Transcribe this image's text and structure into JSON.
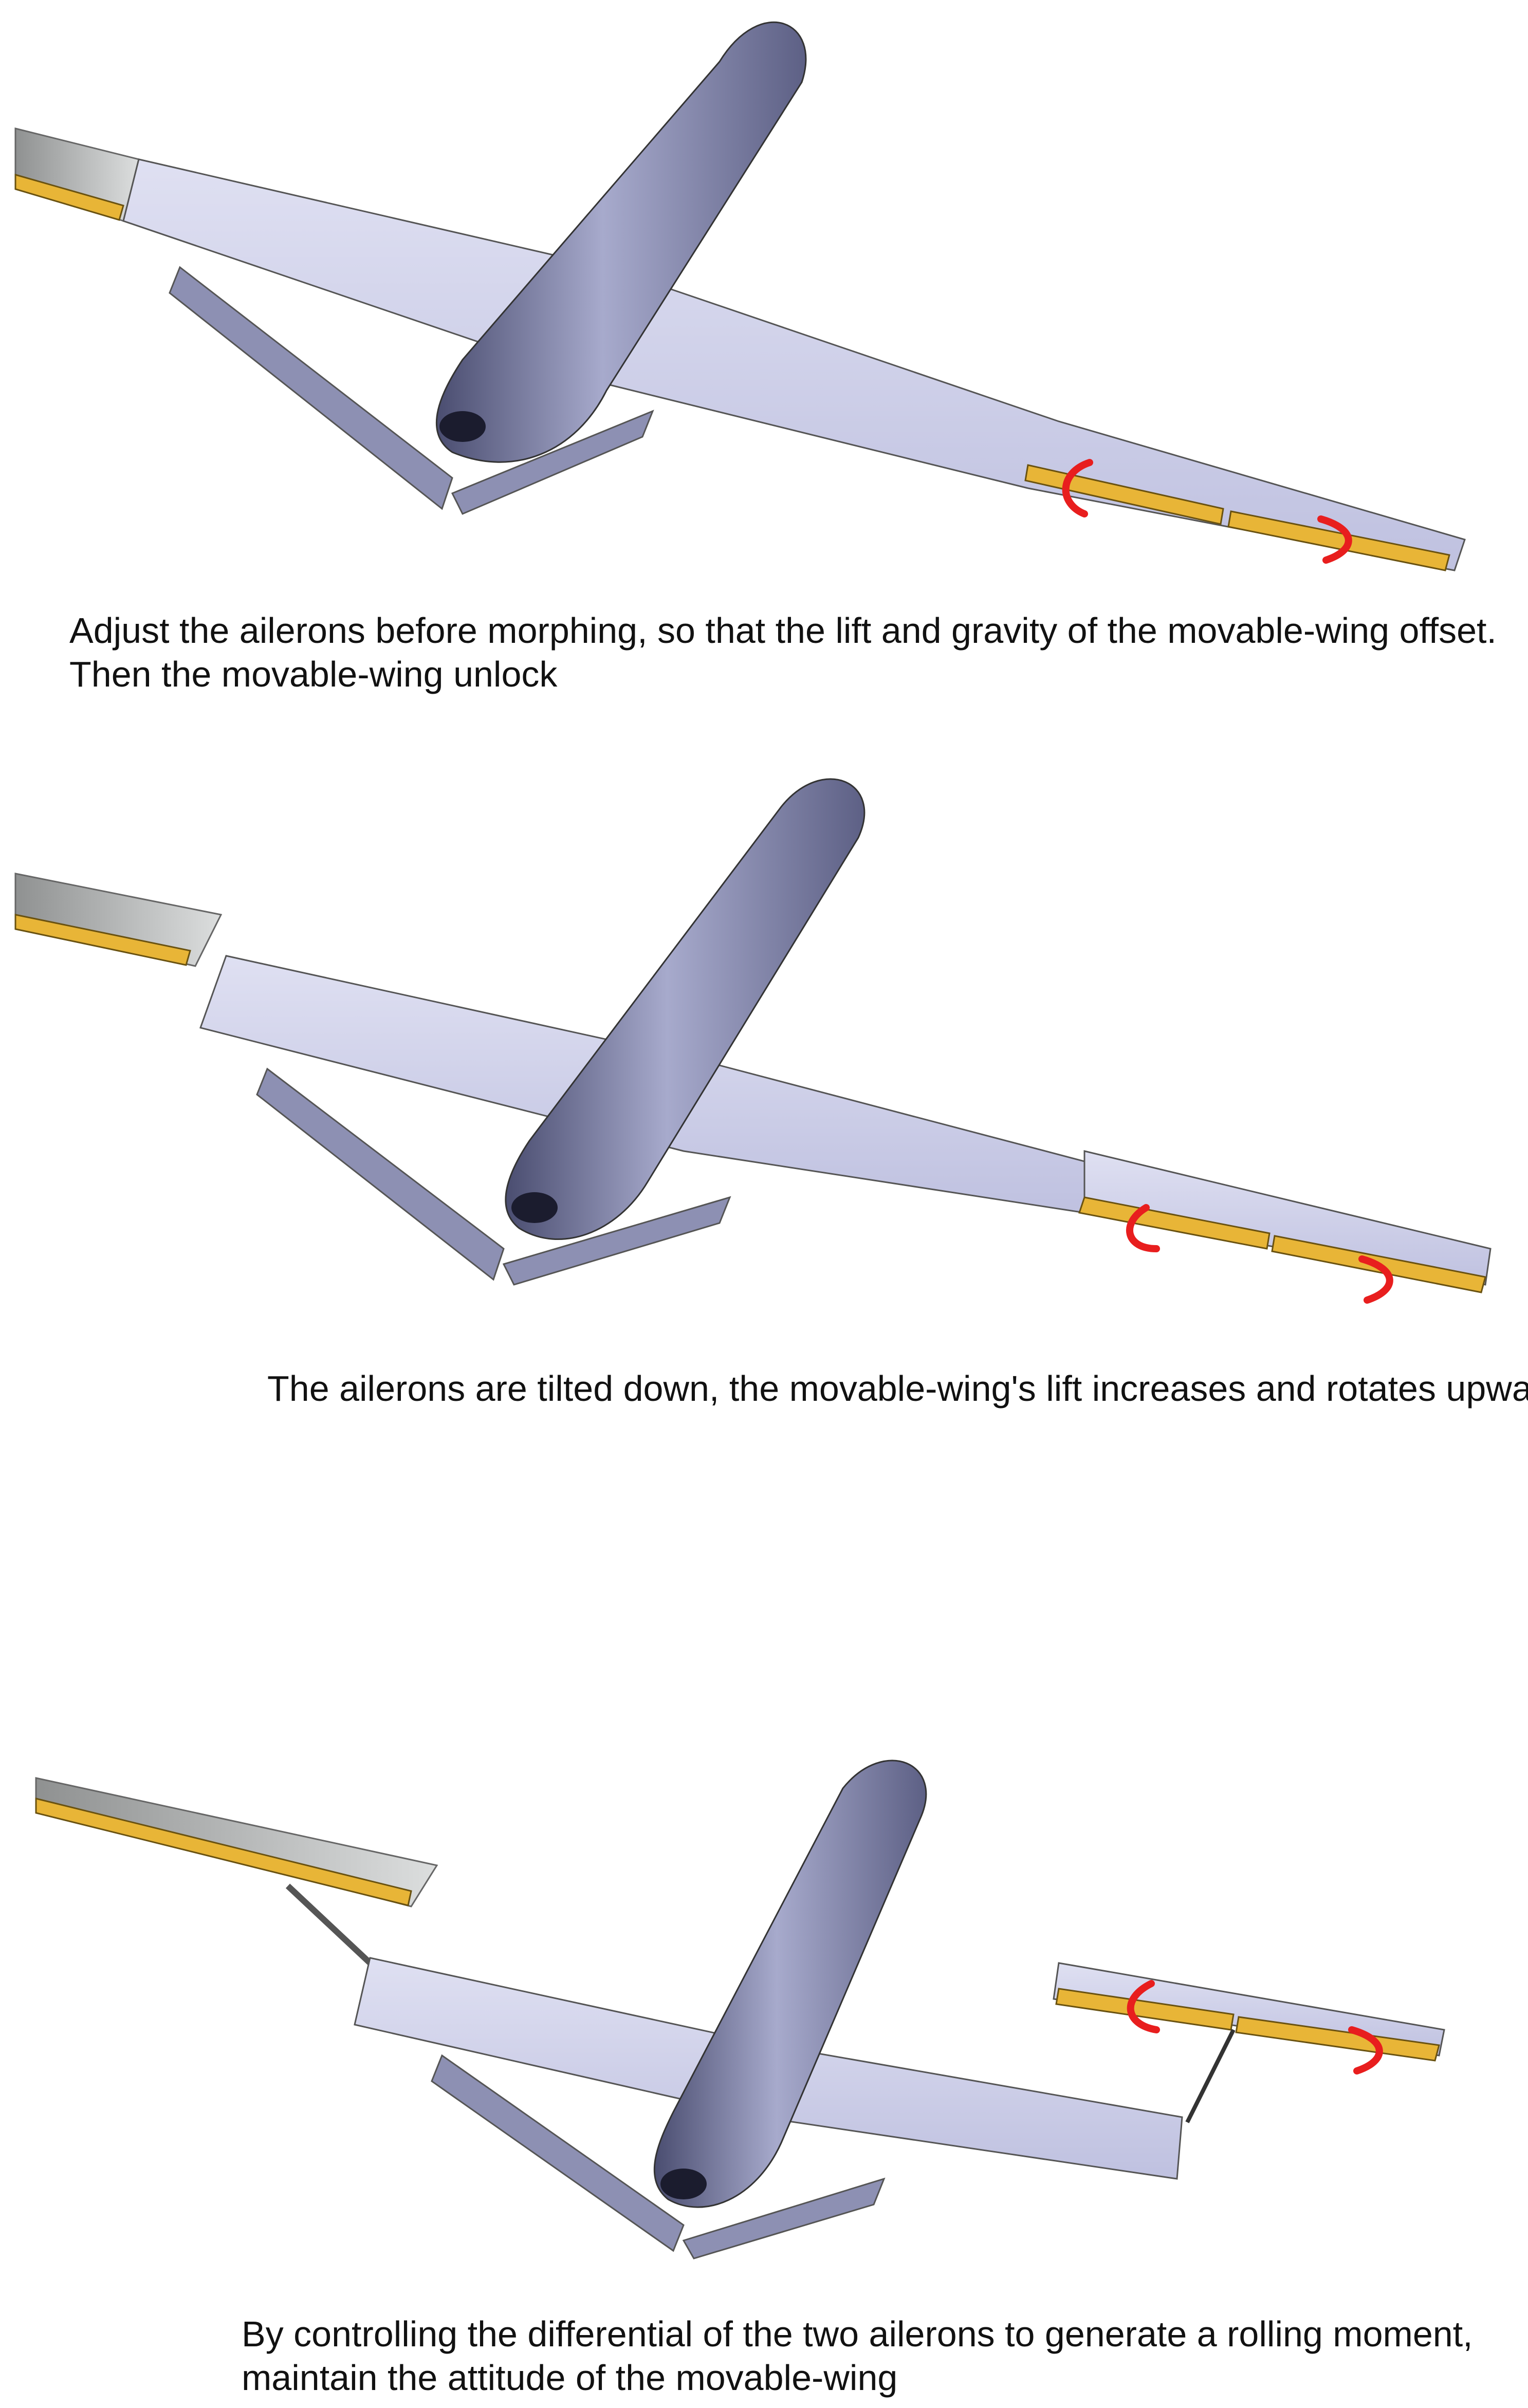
{
  "panels": [
    {
      "id": "stage-1",
      "caption_lines": [
        "Adjust the ailerons before morphing, so that the lift and gravity of the movable-wing offset.",
        "Then the movable-wing unlock"
      ]
    },
    {
      "id": "stage-2",
      "caption_lines": [
        "The ailerons are tilted down,  the movable-wing's lift increases and rotates upwards"
      ]
    },
    {
      "id": "stage-3",
      "caption_lines": [
        "By controlling the differential of the two ailerons to generate a rolling moment,",
        " maintain the attitude of the movable-wing"
      ]
    }
  ],
  "colors": {
    "airframe": "#c9cbe6",
    "fuselage_dark": "#5d6085",
    "outer_wing": "#b9bbbb",
    "aileron": "#e8b537",
    "arrow": "#e81e1e",
    "caption_text": "#111111"
  },
  "icons": [
    "rotation-arrow-icon"
  ]
}
